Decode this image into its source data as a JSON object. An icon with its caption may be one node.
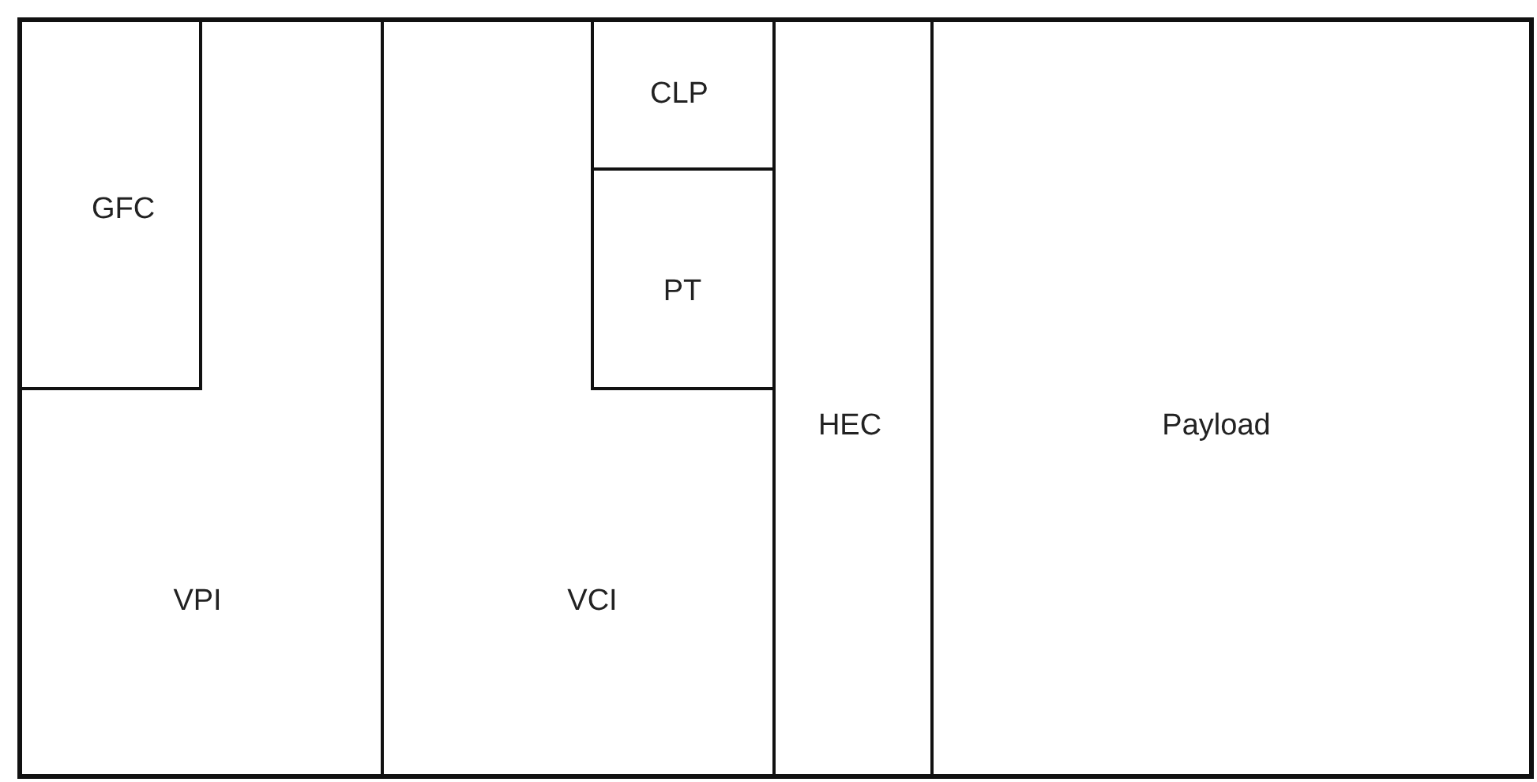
{
  "diagram": {
    "nodes": [
      {
        "text": [
          "GFC"
        ]
      },
      {
        "text": [
          "VPI"
        ]
      },
      {
        "text": [
          "VCI"
        ]
      },
      {
        "text": [
          "CLP"
        ]
      },
      {
        "text": [
          "PT"
        ]
      },
      {
        "text": [
          "HEC"
        ]
      },
      {
        "text": [
          "Payload"
        ]
      }
    ],
    "edges": []
  }
}
